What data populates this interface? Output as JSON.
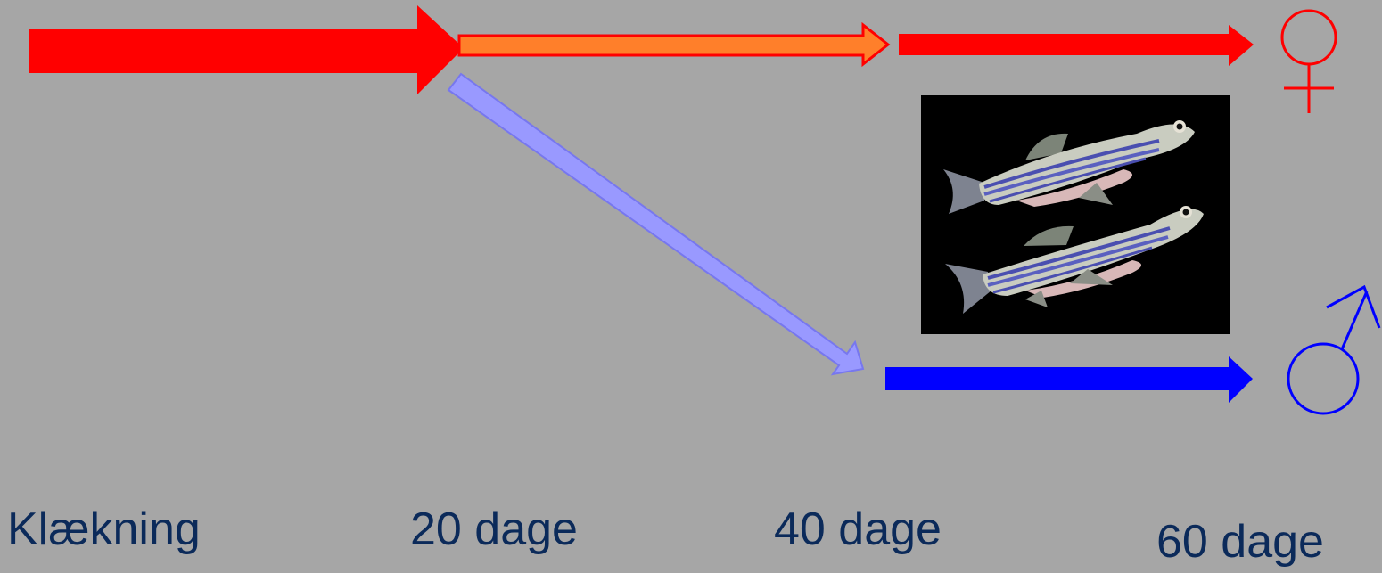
{
  "diagram": {
    "background": "#a6a6a6",
    "colors": {
      "female_red": "#ff0000",
      "female_orange": "#ff7f2a",
      "male_blue": "#0000ff",
      "male_light_blue": "#9999ff",
      "label_color": "#0b2a5a"
    },
    "timeline_labels": [
      "Klækning",
      "20 dage",
      "40 dage",
      "60 dage"
    ],
    "symbols": [
      {
        "name": "female-symbol",
        "meaning": "female",
        "color": "#ff0000"
      },
      {
        "name": "male-symbol",
        "meaning": "male",
        "color": "#0000ff"
      }
    ],
    "photo": {
      "subject": "two zebrafish",
      "background": "#000000"
    }
  }
}
